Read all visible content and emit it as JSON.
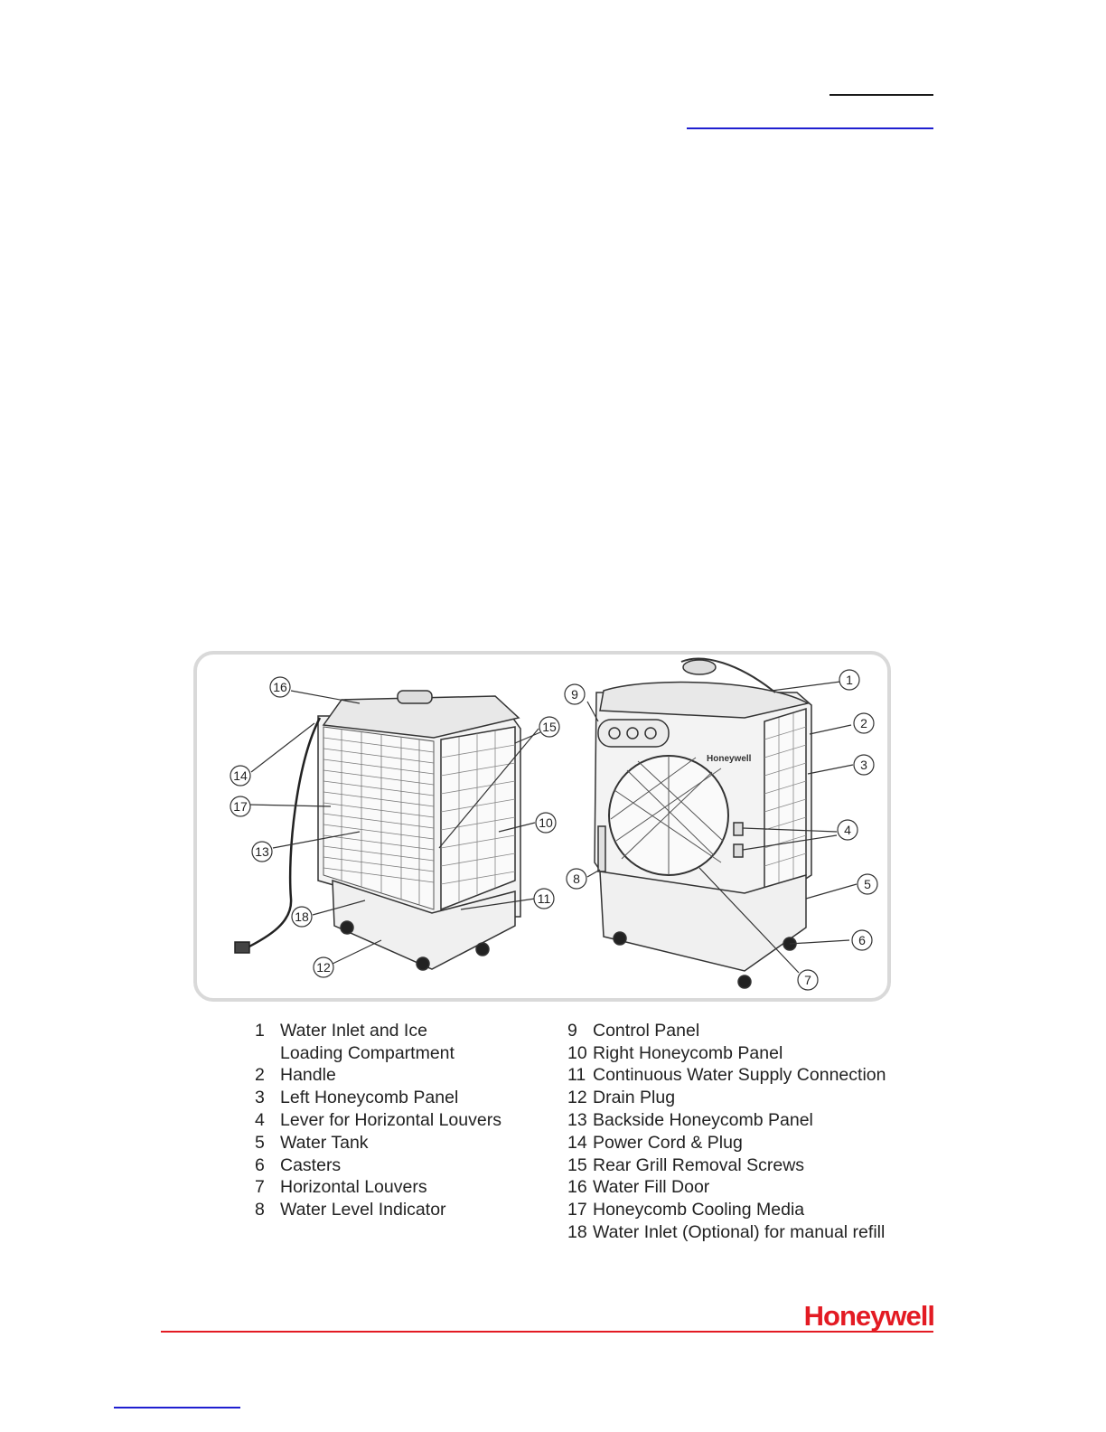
{
  "colors": {
    "brand_red": "#e31b23",
    "link_blue": "#1f1fd0",
    "frame_gray": "#d9d9d9"
  },
  "figure": {
    "callouts": [
      "1",
      "2",
      "3",
      "4",
      "5",
      "6",
      "7",
      "8",
      "9",
      "10",
      "11",
      "12",
      "13",
      "14",
      "15",
      "16",
      "17",
      "18"
    ],
    "unit_brand": "Honeywell"
  },
  "legend": {
    "left": [
      {
        "num": "1",
        "label": "Water Inlet and Ice",
        "cont": "Loading Compartment"
      },
      {
        "num": "2",
        "label": "Handle"
      },
      {
        "num": "3",
        "label": "Left Honeycomb Panel"
      },
      {
        "num": "4",
        "label": "Lever for Horizontal Louvers"
      },
      {
        "num": "5",
        "label": "Water Tank"
      },
      {
        "num": "6",
        "label": "Casters"
      },
      {
        "num": "7",
        "label": "Horizontal Louvers"
      },
      {
        "num": "8",
        "label": "Water Level Indicator"
      }
    ],
    "right": [
      {
        "num": "9",
        "label": "Control Panel"
      },
      {
        "num": "10",
        "label": "Right Honeycomb Panel"
      },
      {
        "num": "11",
        "label": "Continuous Water Supply Connection"
      },
      {
        "num": "12",
        "label": "Drain Plug"
      },
      {
        "num": "13",
        "label": "Backside Honeycomb Panel"
      },
      {
        "num": "14",
        "label": "Power Cord & Plug"
      },
      {
        "num": "15",
        "label": "Rear Grill Removal Screws"
      },
      {
        "num": "16",
        "label": "Water Fill Door"
      },
      {
        "num": "17",
        "label": "Honeycomb Cooling Media"
      },
      {
        "num": "18",
        "label": "Water Inlet (Optional) for manual refill"
      }
    ]
  },
  "footer": {
    "brand": "Honeywell"
  }
}
